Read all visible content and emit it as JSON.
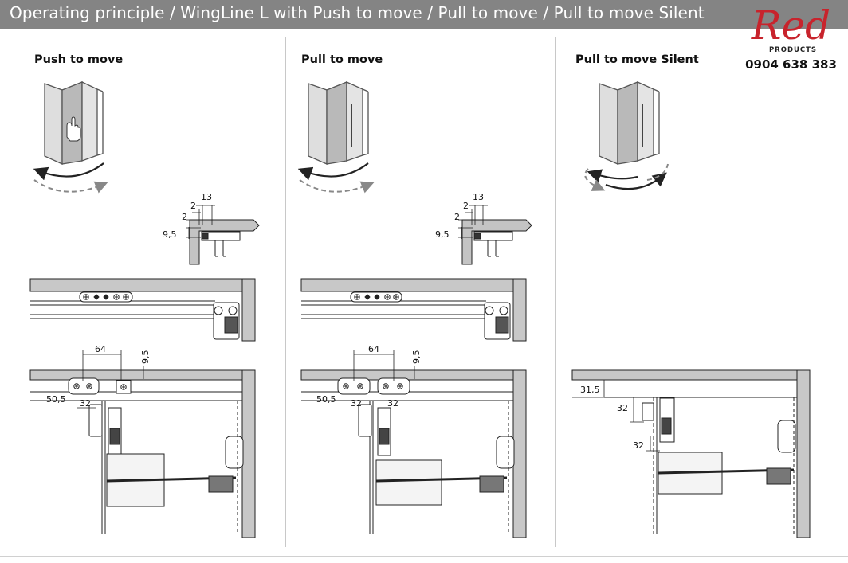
{
  "banner": {
    "title": "Operating principle / WingLine L with Push to move / Pull to move / Pull to move Silent"
  },
  "logo": {
    "word": "Red",
    "sub": "PRODUCTS",
    "phone": "0904 638 383"
  },
  "columns": [
    {
      "title": "Push to move",
      "dims_top": [
        "13",
        "2",
        "2",
        "9,5"
      ],
      "dims_bottom": [
        "64",
        "9,5",
        "50,5",
        "32"
      ]
    },
    {
      "title": "Pull to move",
      "dims_top": [
        "13",
        "2",
        "2",
        "9,5"
      ],
      "dims_bottom": [
        "64",
        "9,5",
        "50,5",
        "32",
        "32"
      ]
    },
    {
      "title": "Pull to move Silent",
      "dims_bottom": [
        "31,5",
        "32",
        "32"
      ]
    }
  ],
  "colors": {
    "banner": "#848484",
    "logo_red": "#c8232c",
    "door": "#d6d6d6",
    "door_edge": "#555555",
    "cabinet_grey": "#b8b8b8"
  }
}
